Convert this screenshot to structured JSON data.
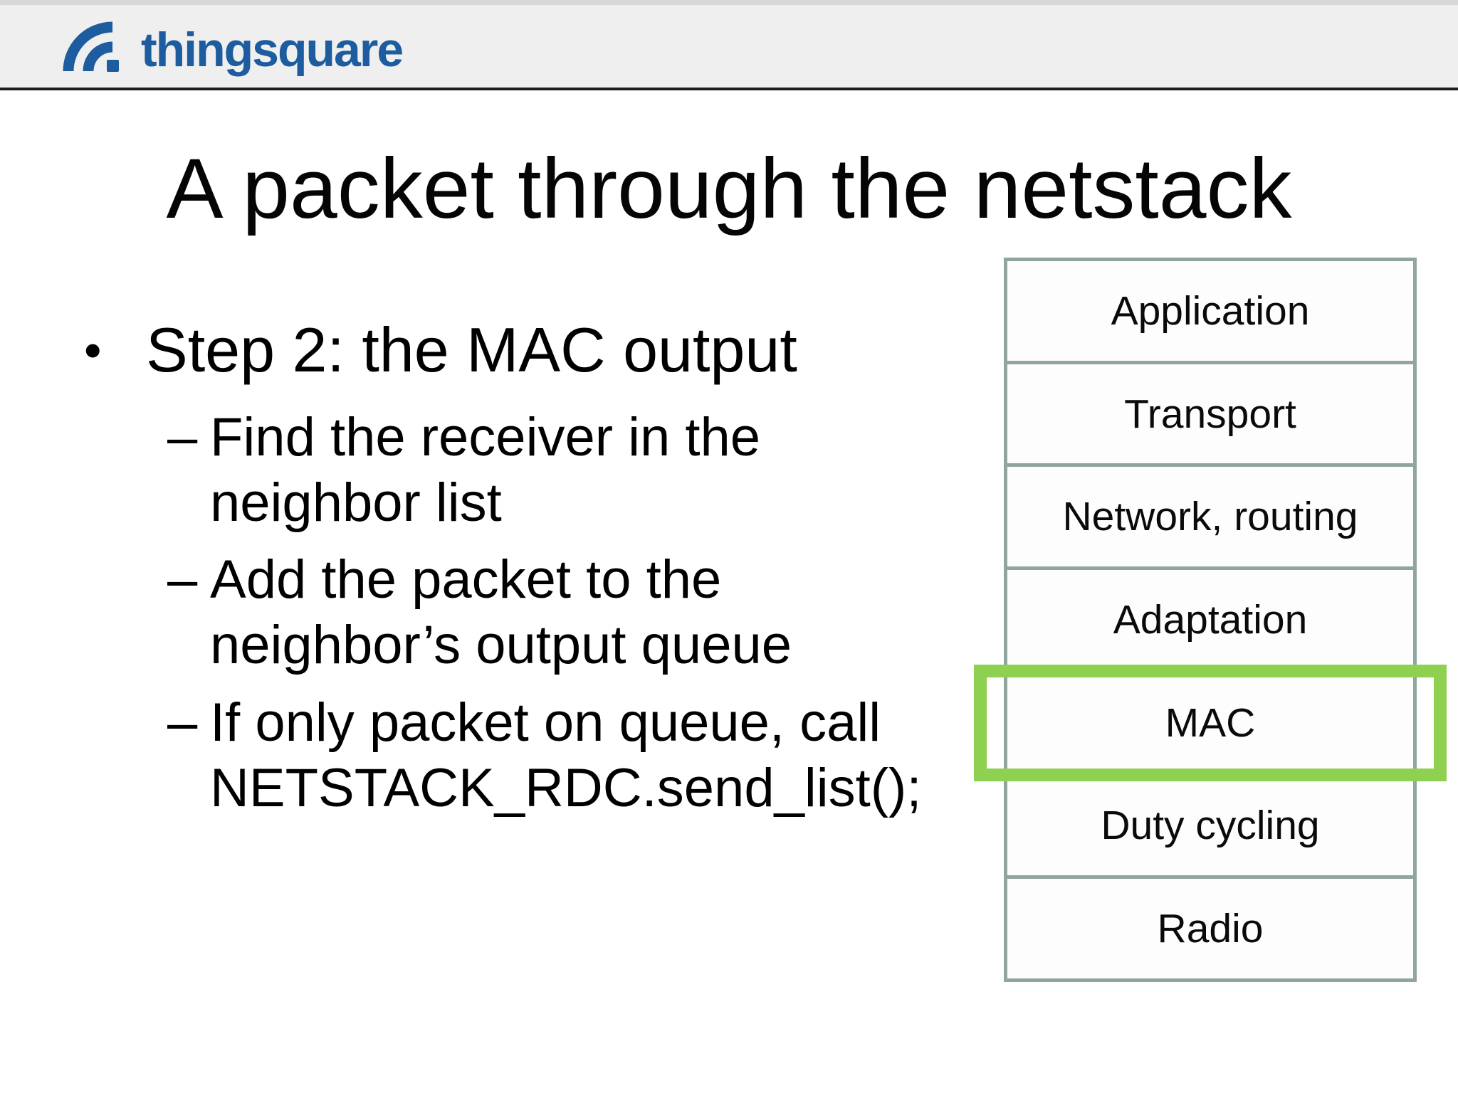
{
  "header": {
    "logo_text": "thingsquare"
  },
  "slide": {
    "title": "A packet through the netstack",
    "bullets": [
      {
        "level": 1,
        "marker": "•",
        "text": "Step 2: the MAC output"
      },
      {
        "level": 2,
        "marker": "–",
        "text": "Find the receiver in the\nneighbor list"
      },
      {
        "level": 2,
        "marker": "–",
        "text": "Add the packet to the\nneighbor’s output queue"
      },
      {
        "level": 2,
        "marker": "–",
        "text": "If only packet on queue, call\nNETSTACK_RDC.send_list();"
      }
    ],
    "stack": {
      "layers": [
        "Application",
        "Transport",
        "Network, routing",
        "Adaptation",
        "MAC",
        "Duty cycling",
        "Radio"
      ],
      "highlighted_layer": "MAC"
    }
  },
  "colors": {
    "logo_blue": "#1d5c9e",
    "header_bg": "#efefef",
    "box_border": "#90a5a2",
    "box_fill": "#fdfdfd",
    "highlight_green": "#8ed050"
  }
}
